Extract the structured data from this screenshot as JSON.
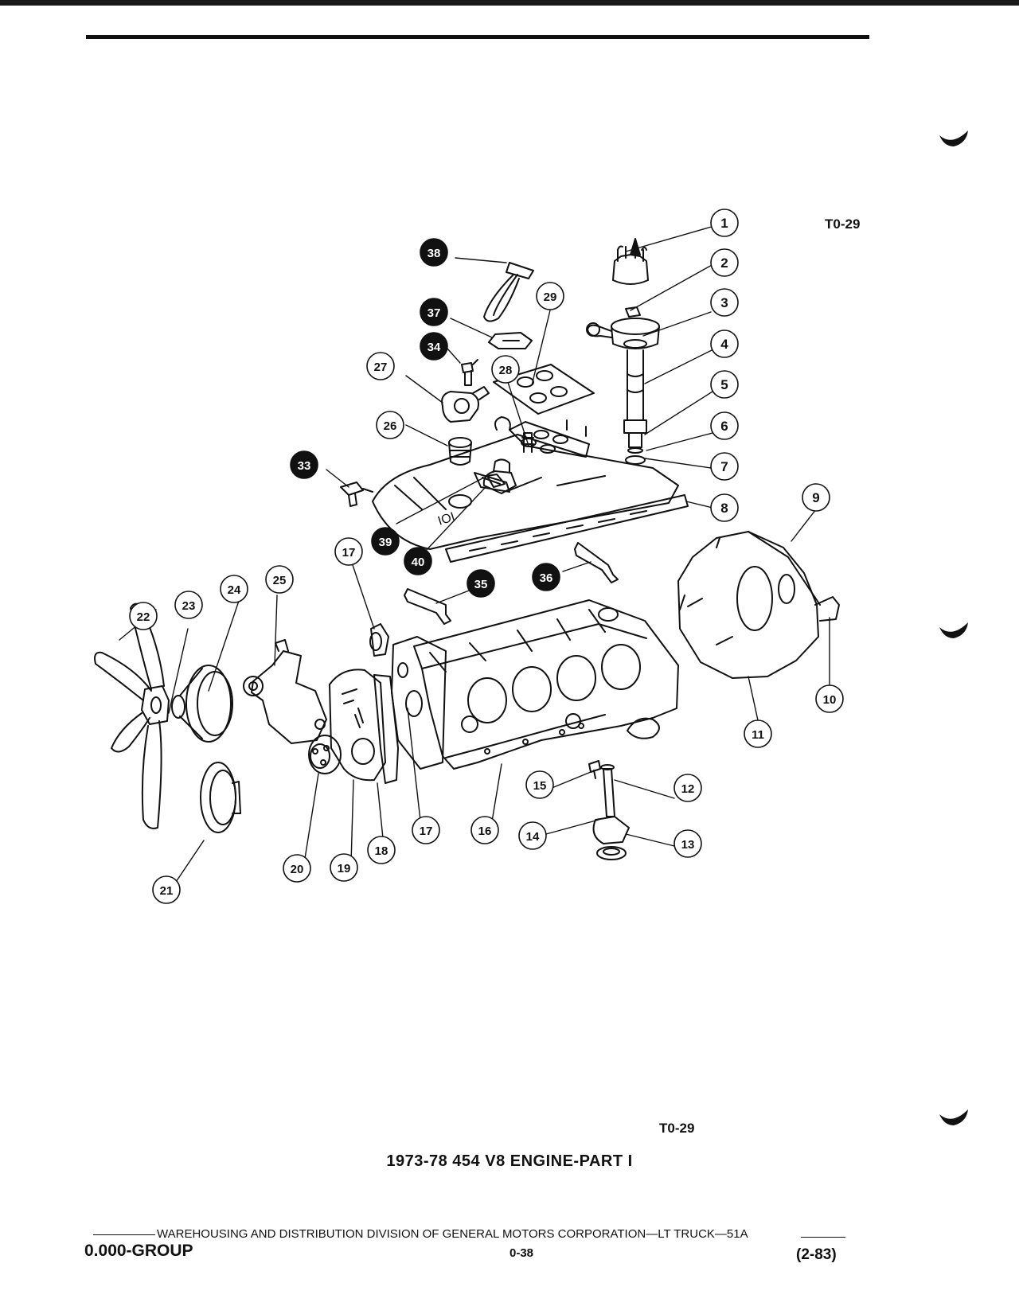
{
  "figure_code_top": "T0-29",
  "figure_code_bottom": "T0-29",
  "caption": "1973-78 454 V8 ENGINE-PART I",
  "footer": {
    "publisher": "WAREHOUSING AND DISTRIBUTION DIVISION OF GENERAL MOTORS CORPORATION—LT TRUCK—51A",
    "group": "0.000-GROUP",
    "page": "0-38",
    "revision": "(2-83)"
  },
  "callouts": [
    "1",
    "2",
    "3",
    "4",
    "5",
    "6",
    "7",
    "8",
    "9",
    "10",
    "11",
    "12",
    "13",
    "14",
    "15",
    "16",
    "17",
    "17",
    "18",
    "19",
    "20",
    "21",
    "22",
    "23",
    "24",
    "25",
    "26",
    "27",
    "28",
    "29",
    "33",
    "34",
    "35",
    "36",
    "37",
    "38",
    "39",
    "40"
  ],
  "callout_fill": {
    "filled": "#111111",
    "open": "#ffffff"
  }
}
